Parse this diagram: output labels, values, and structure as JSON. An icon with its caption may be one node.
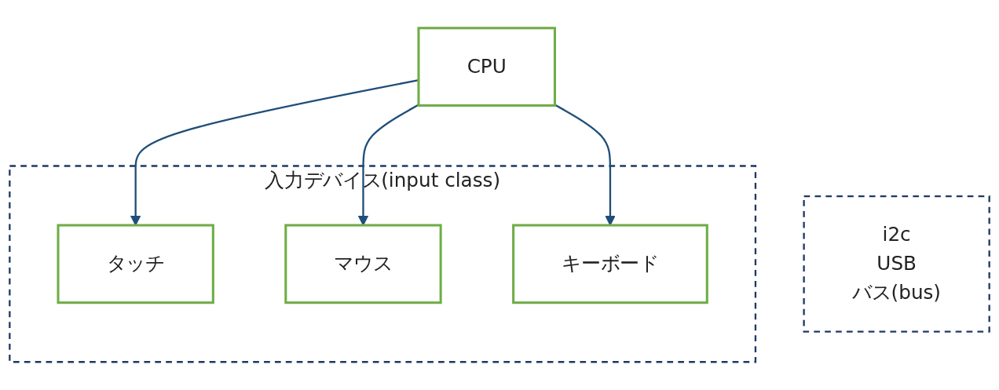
{
  "diagram": {
    "nodes": [
      {
        "text": [
          "CPU"
        ]
      },
      {
        "text": [
          "i2c",
          "USB",
          "バス(bus)"
        ]
      },
      {
        "text": [
          "入力デバイス(input class)"
        ]
      },
      {
        "text": [
          "タッチ"
        ],
        "in": 2
      },
      {
        "text": [
          "マウス"
        ],
        "in": 2
      },
      {
        "text": [
          "キーボード"
        ],
        "in": 2
      }
    ],
    "edges": [
      {
        "from": 0,
        "to": 3,
        "arrow": "to"
      },
      {
        "from": 0,
        "to": 4,
        "arrow": "to"
      },
      {
        "from": 0,
        "to": 5,
        "arrow": "to"
      }
    ]
  }
}
